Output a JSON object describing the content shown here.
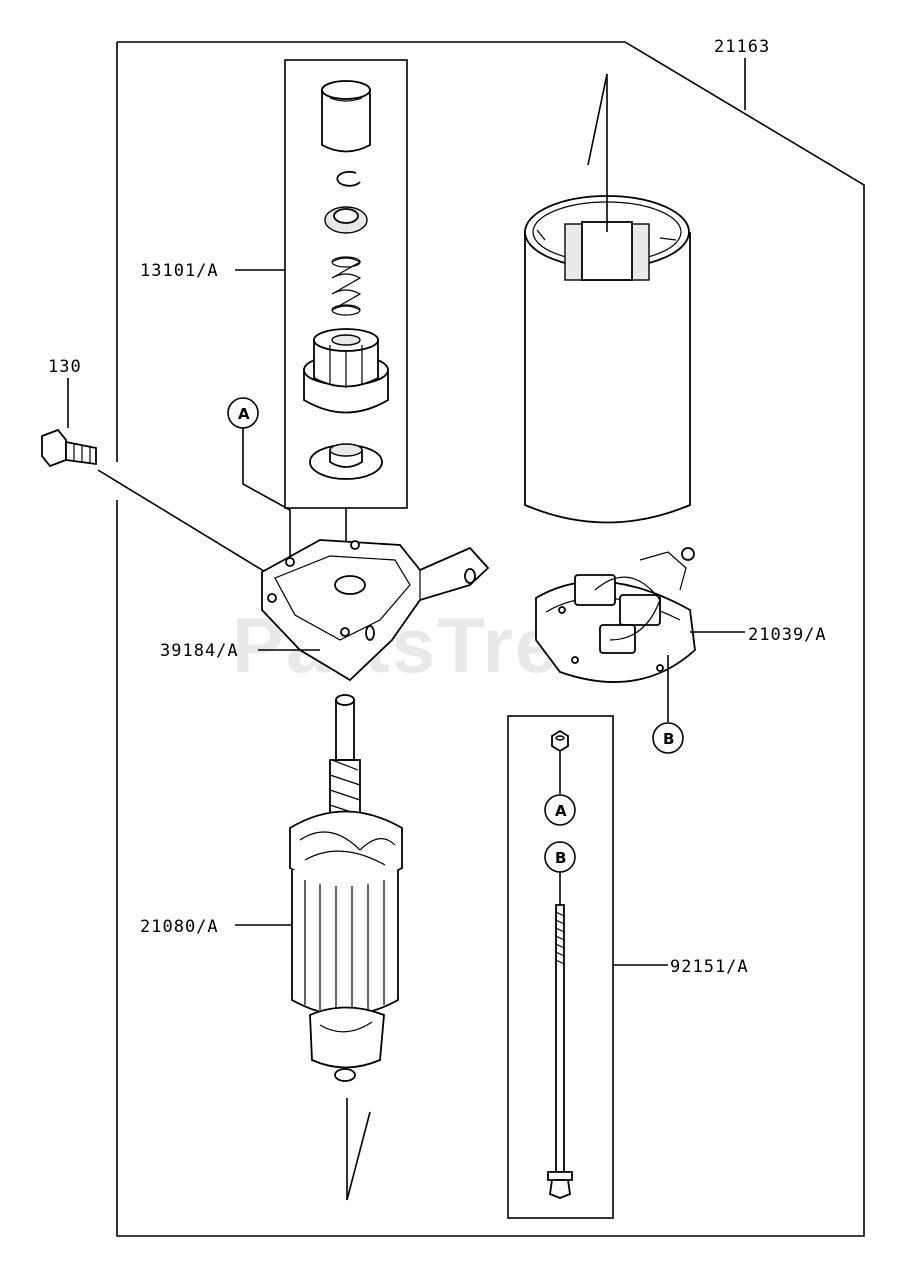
{
  "watermark": "PartsTree",
  "labels": {
    "assembly": "21163",
    "pinion_kit": "13101/A",
    "bolt": "130",
    "front_bracket": "39184/A",
    "armature": "21080/A",
    "brush_holder": "21039/A",
    "through_bolt": "92151/A"
  },
  "refs": {
    "a": "A",
    "b": "B"
  }
}
